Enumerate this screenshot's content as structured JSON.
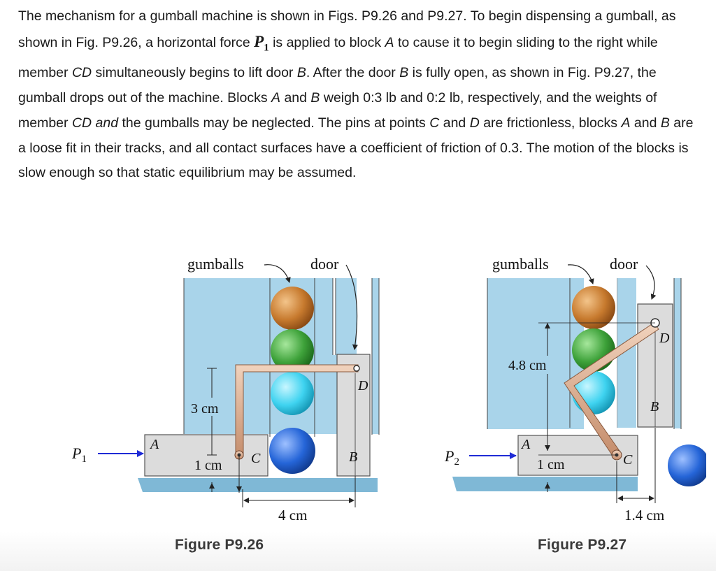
{
  "problem": {
    "s1": "The mechanism for a gumball machine is shown in Figs. P9.26 and P9.27. To begin dispensing a gumball, as shown in Fig. P9.26, a horizontal force ",
    "p_symbol": "P",
    "p_sub": "1",
    "s2": " is applied to block ",
    "A": "A",
    "s3": " to cause it to begin sliding to the right while member ",
    "CD": "CD",
    "s4": " simultaneously begins to lift door ",
    "B": "B",
    "s5": ". After the door ",
    "s6": " is fully open, as shown in Fig. P9.27, the gumball drops out of the machine. Blocks ",
    "s7": " and ",
    "s8": " weigh 0:3 lb and 0:2 lb, respectively, and the weights of member ",
    "CDand": "CD and",
    "s9": " the gumballs may be neglected. The pins at points ",
    "C": "C",
    "s10": " and ",
    "D": "D",
    "s11": " are frictionless, blocks ",
    "s12": " and ",
    "s13": " are a loose fit in their tracks, and all contact surfaces have a coefficient of friction of 0.3. The motion of the blocks is slow enough so that static equilibrium may be assumed."
  },
  "fig26": {
    "gumballs": "gumballs",
    "door": "door",
    "dim_3cm": "3 cm",
    "dim_1cm": "1 cm",
    "dim_4cm": "4 cm",
    "P": "P",
    "P_sub": "1",
    "A": "A",
    "B": "B",
    "C": "C",
    "D": "D",
    "caption": "Figure P9.26"
  },
  "fig27": {
    "gumballs": "gumballs",
    "door": "door",
    "dim_48cm": "4.8 cm",
    "dim_1cm": "1 cm",
    "dim_14cm": "1.4 cm",
    "P": "P",
    "P_sub": "2",
    "A": "A",
    "B": "B",
    "C": "C",
    "D": "D",
    "caption": "Figure P9.27"
  },
  "colors": {
    "water": "#a9d4ea",
    "base": "#7fb8d6",
    "block": "#dcdcdc",
    "member": "#d9a98b",
    "ball_orange": "#c77a2e",
    "ball_green": "#3ea23a",
    "ball_cyan": "#3fd3f0",
    "ball_blue": "#2565d8",
    "arrow": "#1f2bd6"
  }
}
